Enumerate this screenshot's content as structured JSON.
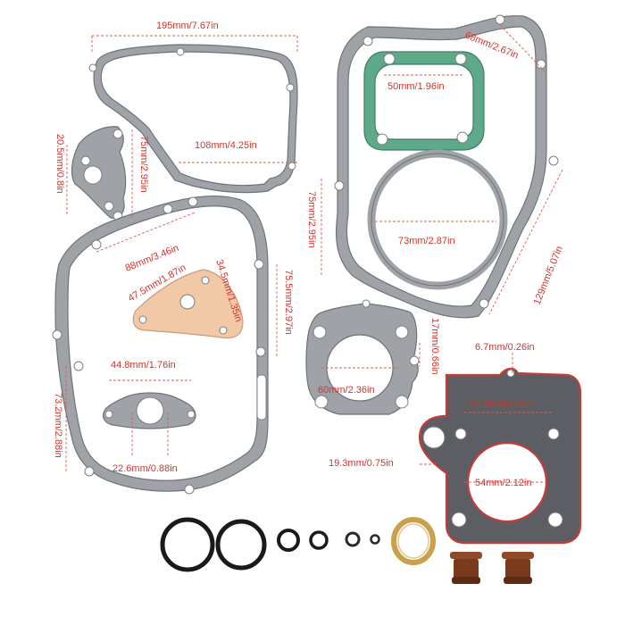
{
  "image": {
    "description_kind": "product photo",
    "colors": {
      "background": "#ffffff",
      "gasket_gray": "#9fa3a8",
      "gasket_green": "#5ea98a",
      "gasket_tan": "#f2c9a7",
      "dimension_red": "#d9322b",
      "seal_black": "#1a1a1a",
      "seal_brown": "#7a3a1e",
      "copper": "#c9a04c"
    }
  },
  "dimensions": {
    "top_cover_width": "195mm/7.67in",
    "top_cover_inner": "108mm/4.25in",
    "small_plate_height": "75mm/2.95in",
    "small_plate_width": "20.5mm/0.8in",
    "crankcase_width": "88mm/3.46in",
    "tan_gasket_a": "47.5mm/1.87in",
    "tan_gasket_b": "34.5mm/1.35in",
    "crankcase_side": "75.5mm/2.97in",
    "crankcase_height": "73.2mm/2.88in",
    "intake_width": "44.8mm/1.76in",
    "intake_port": "22.6mm/0.88in",
    "right_cover_top": "68mm/2.67in",
    "green_gasket": "50mm/1.96in",
    "right_cover_left": "75mm/2.95in",
    "round_gasket": "73mm/2.87in",
    "right_cover_height": "129mm/5.07in",
    "cylinder_base_side": "17mm/0.66in",
    "cylinder_base_bore": "60mm/2.36in",
    "head_tab": "6.7mm/0.26in",
    "head_bolt_span": "52.2mm/2.05in",
    "head_side": "19.3mm/0.75in",
    "head_bore": "54mm/2.12in"
  }
}
